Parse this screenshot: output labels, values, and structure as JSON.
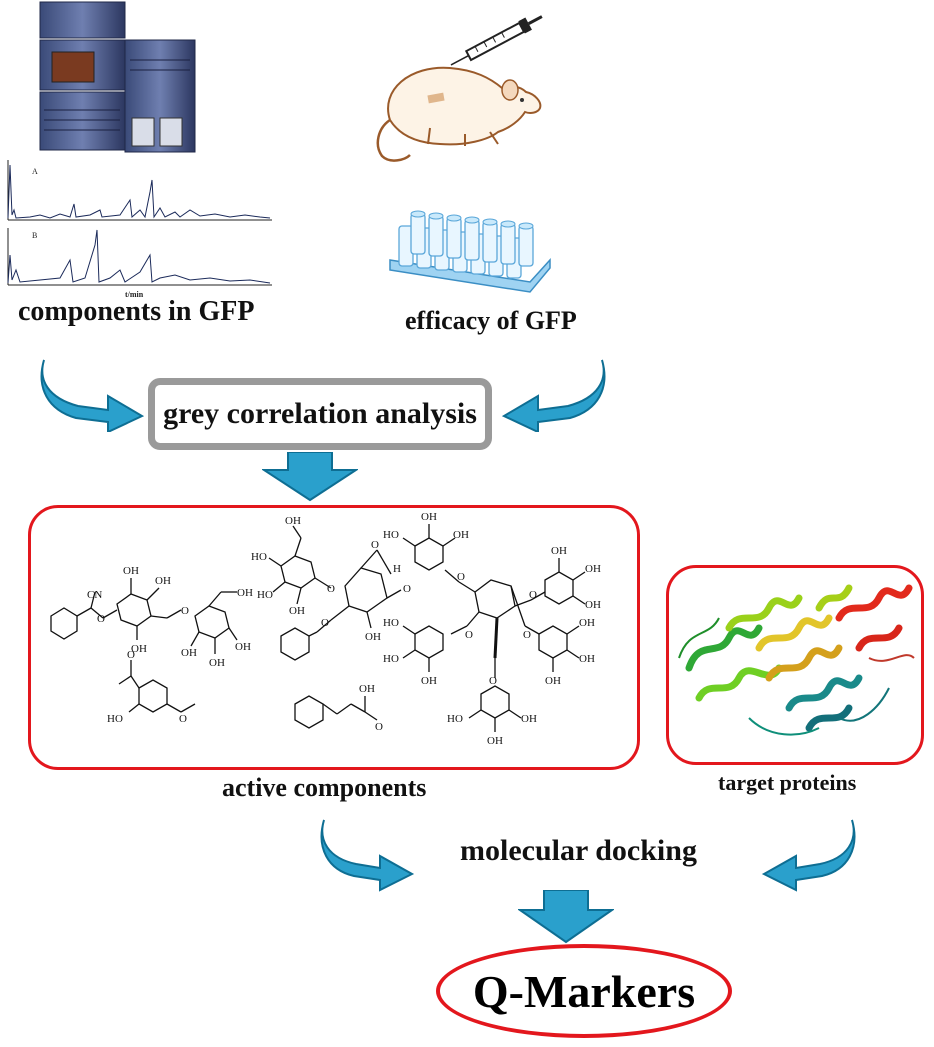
{
  "labels": {
    "components": "components in GFP",
    "efficacy": "efficacy of GFP",
    "grey_analysis": "grey correlation analysis",
    "active_components": "active components",
    "target_proteins": "target proteins",
    "molecular_docking": "molecular docking",
    "q_markers": "Q-Markers"
  },
  "chromatogram": {
    "trace_a_label": "A",
    "trace_b_label": "B",
    "x_axis_label": "t/min"
  },
  "chem_labels": {
    "cn": "CN",
    "oh": "OH",
    "o": "O",
    "h": "H",
    "ho": "HO"
  },
  "colors": {
    "arrow_fill": "#2aa0cc",
    "arrow_dark": "#0e6e93",
    "grey_border": "#9a9a9a",
    "red_border": "#e3171d"
  }
}
